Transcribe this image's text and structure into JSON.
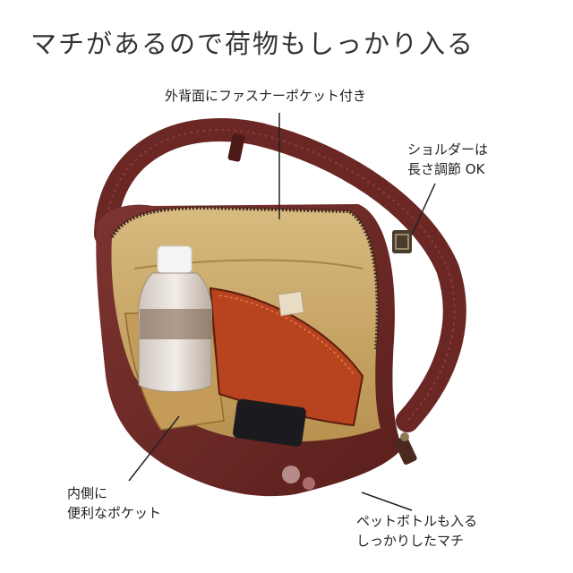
{
  "headline": "マチがあるので荷物もしっかり入る",
  "callouts": {
    "back_pocket": "外背面にファスナーポケット付き",
    "shoulder_line1": "ショルダーは",
    "shoulder_line2": "長さ調節 OK",
    "inner_pocket_line1": "内側に",
    "inner_pocket_line2": "便利なポケット",
    "gusset_line1": "ペットボトルも入る",
    "gusset_line2": "しっかりしたマチ"
  },
  "colors": {
    "leather": "#6e2a26",
    "lining": "#c9a869",
    "wallet": "#b8431f"
  }
}
